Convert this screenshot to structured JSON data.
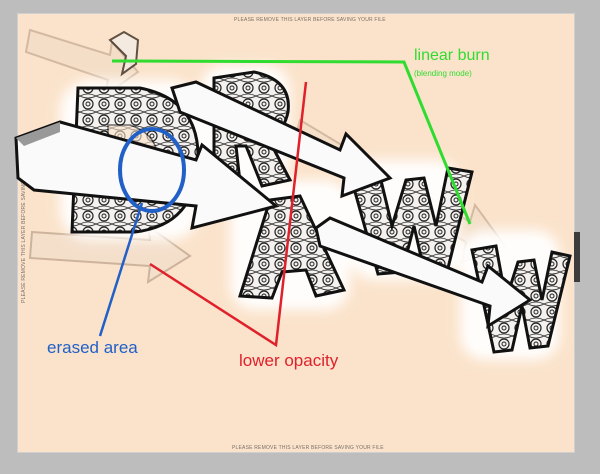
{
  "canvas_notice_top": "PLEASE REMOVE THIS LAYER BEFORE SAVING YOUR FILE",
  "canvas_notice_bottom": "PLEASE REMOVE THIS LAYER BEFORE SAVING YOUR FILE",
  "canvas_notice_left": "PLEASE REMOVE THIS LAYER BEFORE SAVING YOUR FILE",
  "annotations": {
    "linear_burn": "linear burn",
    "blending_mode": "(blending mode)",
    "erased_area": "erased area",
    "lower_opacity": "lower opacity"
  },
  "colors": {
    "canvas_bg": "#fbe3cb",
    "workspace_bg": "#bdbdbd",
    "green_annotation": "#2fdc2f",
    "blue_annotation": "#2160c7",
    "red_annotation": "#e0202a"
  }
}
